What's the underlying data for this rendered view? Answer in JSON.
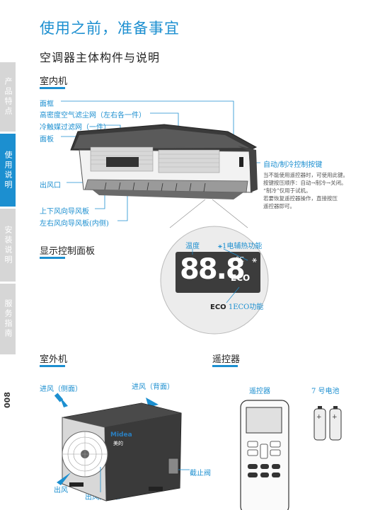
{
  "side_nav": {
    "tabs": [
      {
        "label": "产品特点",
        "active": false
      },
      {
        "label": "使用说明",
        "active": true
      },
      {
        "label": "安装说明",
        "active": false
      },
      {
        "label": "服务指南",
        "active": false
      }
    ],
    "page_number": "008"
  },
  "header": {
    "title": "使用之前，准备事宜",
    "subtitle": "空调器主体构件与说明"
  },
  "indoor": {
    "title": "室内机",
    "labels": {
      "frame": "面框",
      "hepa": "高密度空气滤尘网（左右各一件）",
      "catalyst": "冷触媒过滤网（一件）",
      "panel": "面板",
      "outlet": "出风口",
      "vertical_louver": "上下风向导风板",
      "horizontal_louver": "左右风向导风板(内侧)",
      "auto_button": "自动/制冷控制按键"
    },
    "auto_button_note": [
      "当不能使用遥控器时，可使用此键。",
      "按键按压顺序：自动→制冷→关闭。",
      "“制冷”仅用于试机。",
      "若要恢复遥控器操作，直接按压",
      "遥控器即可。"
    ]
  },
  "display": {
    "title": "显示控制面板",
    "temp_label": "温度",
    "digits": "88.8",
    "unit": "°C",
    "eco_text": "ECO",
    "heater_label": "1电辅热功能",
    "eco_label": "ECO功能",
    "eco_num": "1"
  },
  "outdoor": {
    "title": "室外机",
    "inlet_side": "进风（侧面）",
    "inlet_back": "进风（背面）",
    "outlet": "出风",
    "grille": "出风口网罩",
    "valve": "截止阀",
    "brand": "Midea",
    "brand_cn": "美的"
  },
  "remote": {
    "title": "遥控器",
    "remote_label": "遥控器",
    "battery_label": "7 号电池"
  },
  "colors": {
    "accent": "#1c8fd0",
    "tab_inactive": "#d6d6d6"
  }
}
